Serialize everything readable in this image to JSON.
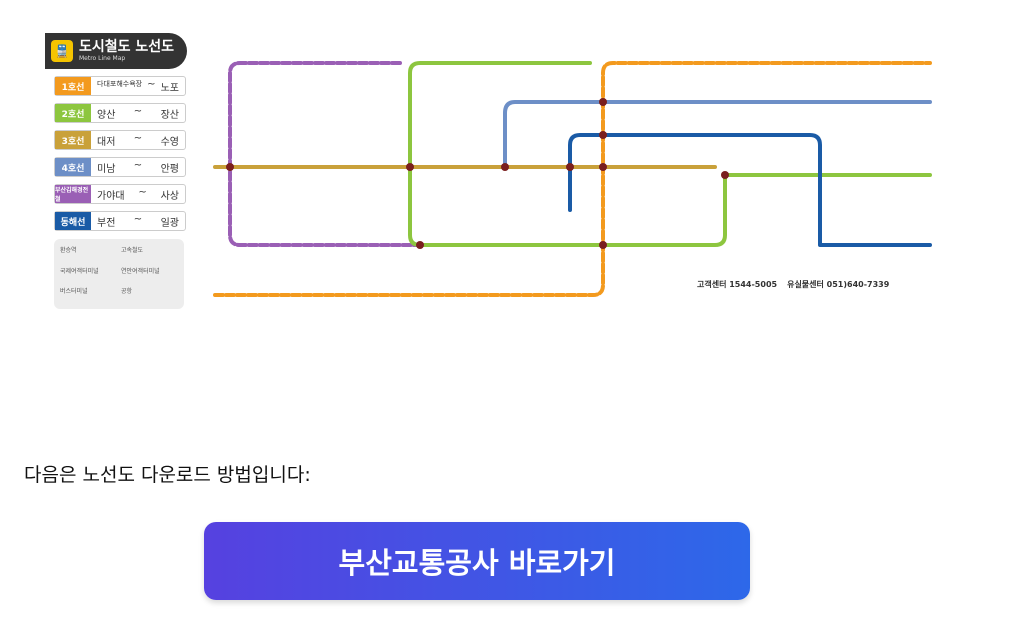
{
  "map": {
    "title": "도시철도 노선도",
    "subtitle": "Metro Line Map",
    "lines": [
      {
        "name": "1호선",
        "from": "다대포해수욕장",
        "to": "노포",
        "color": "#f39a1e"
      },
      {
        "name": "2호선",
        "from": "양산",
        "to": "장산",
        "color": "#8dc63f"
      },
      {
        "name": "3호선",
        "from": "대저",
        "to": "수영",
        "color": "#c9a13a"
      },
      {
        "name": "4호선",
        "from": "미남",
        "to": "안평",
        "color": "#6d8fc7"
      },
      {
        "name": "부산김해경전철",
        "from": "가야대",
        "to": "사상",
        "color": "#9a5fb5"
      },
      {
        "name": "동해선",
        "from": "부전",
        "to": "일광",
        "color": "#1a5ba6"
      }
    ],
    "icons": [
      "환승역",
      "고속철도",
      "국제여객터미널",
      "연안여객터미널",
      "버스터미널",
      "공항"
    ],
    "footer": {
      "call_center": "고객센터 1544-5005",
      "lost_found": "유실물센터 051)640-7339"
    }
  },
  "body_text": "다음은 노선도 다운로드 방법입니다:",
  "button_label": "부산교통공사 바로가기"
}
